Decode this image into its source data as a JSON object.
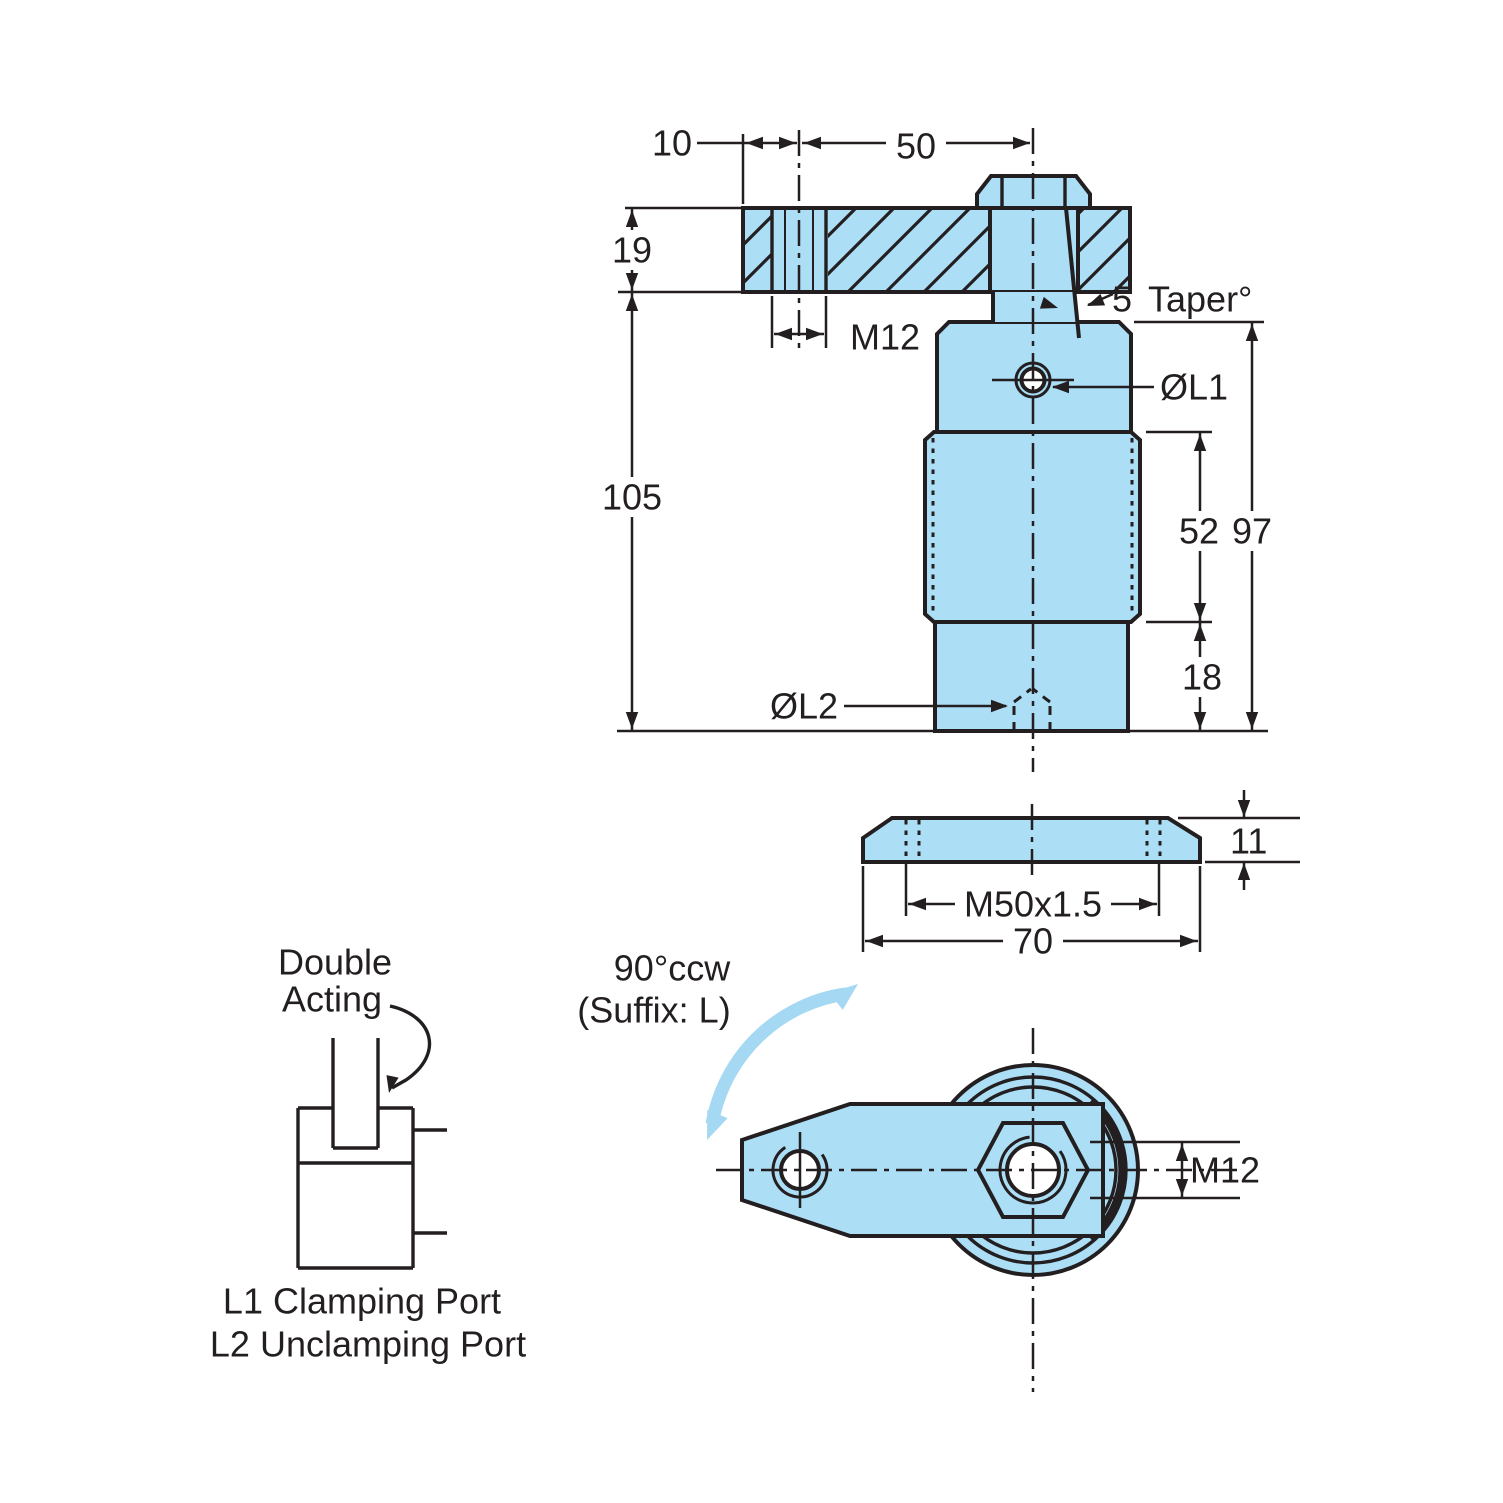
{
  "colors": {
    "part_fill": "#ACDEF6",
    "line": "#231F20",
    "accent_arrow": "#A5D8F2"
  },
  "side_view": {
    "dim_10": "10",
    "dim_50": "50",
    "dim_19": "19",
    "dim_105": "105",
    "arm_thread_label": "M12",
    "taper_number": "5",
    "taper_word": "Taper°",
    "port1_label": "ØL1",
    "dim_52": "52",
    "dim_97": "97",
    "dim_18": "18",
    "port2_label": "ØL2"
  },
  "flange_view": {
    "dim_11": "11",
    "thread_label": "M50x1.5",
    "dim_70": "70"
  },
  "schematic": {
    "caption_line1": "Double",
    "caption_line2": "Acting",
    "port1": "L1 Clamping Port",
    "port2": "L2 Unclamping Port"
  },
  "top_view": {
    "rotation_label": "90°ccw",
    "suffix_label": "(Suffix: L)",
    "thread_label": "M12"
  }
}
